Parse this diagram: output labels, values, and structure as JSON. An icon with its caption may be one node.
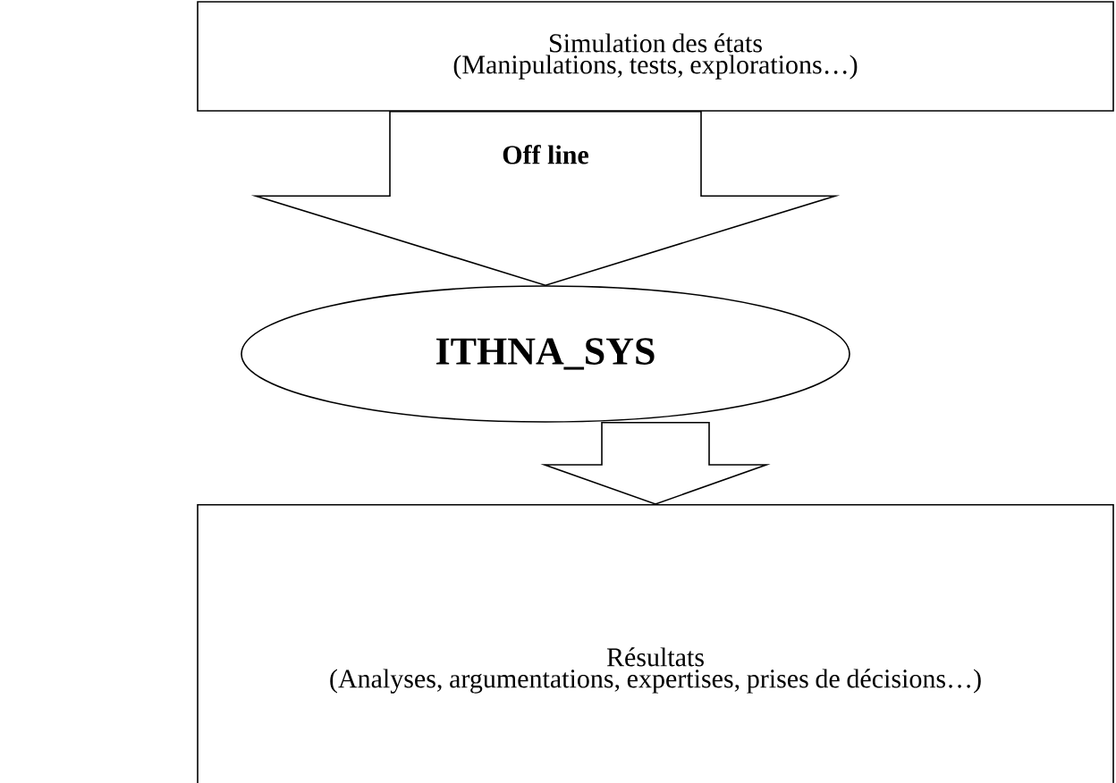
{
  "diagram": {
    "nodes": [
      {
        "text": [
          "Simulation des états",
          "(Manipulations, tests, explorations…)"
        ]
      },
      {
        "text": [
          "ITHNA_SYS"
        ]
      },
      {
        "text": [
          "Résultats",
          "(Analyses, argumentations, expertises, prises de décisions…)"
        ]
      }
    ],
    "edges": [
      {
        "from": 0,
        "to": 1,
        "arrow": "to",
        "label": "Off line"
      },
      {
        "from": 1,
        "to": 2,
        "arrow": "to"
      }
    ]
  }
}
